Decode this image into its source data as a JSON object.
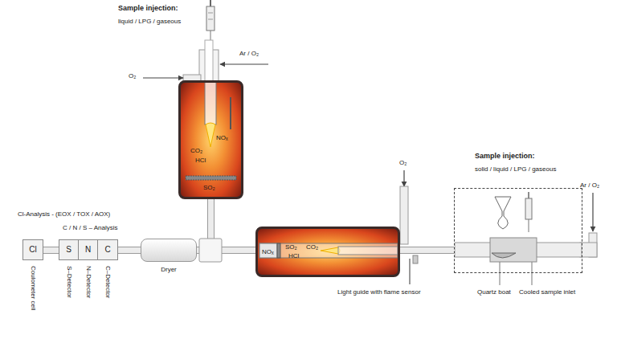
{
  "diagram": {
    "nodes": [
      {
        "text": [
          "NOₓ",
          "CO₂",
          "HCl",
          "SO₂"
        ]
      },
      {
        "text": [
          "Cl",
          "Coulometer cell"
        ]
      },
      {
        "text": [
          "S",
          "S–Detector"
        ]
      },
      {
        "text": [
          "N",
          "N–Detector"
        ]
      },
      {
        "text": [
          "C",
          "C–Detector"
        ]
      },
      {
        "text": [
          "Dryer"
        ]
      },
      {
        "text": [
          "NOₓ",
          "SO₂",
          "CO₂",
          "HCl"
        ]
      },
      {
        "text": [
          "Sample injection:",
          "solid / liquid / LPG / gaseous"
        ]
      }
    ],
    "edges": [
      {
        "from": 0,
        "to": 5,
        "arrow": "none"
      },
      {
        "from": 6,
        "to": 5,
        "arrow": "none"
      },
      {
        "from": 5,
        "to": 4,
        "arrow": "none"
      },
      {
        "from": 2,
        "to": 1,
        "arrow": "none"
      },
      {
        "from": 7,
        "to": 6,
        "arrow": "none"
      }
    ],
    "labels": [
      "Sample injection:",
      "liquid / LPG / gaseous",
      "O₂",
      "Ar / O₂",
      "Cl-Analysis - (EOX / TOX / AOX)",
      "C / N / S – Analysis",
      "O₂",
      "Light guide with flame sensor",
      "Ar / O₂",
      "Quartz boat",
      "Cooled sample inlet"
    ]
  }
}
